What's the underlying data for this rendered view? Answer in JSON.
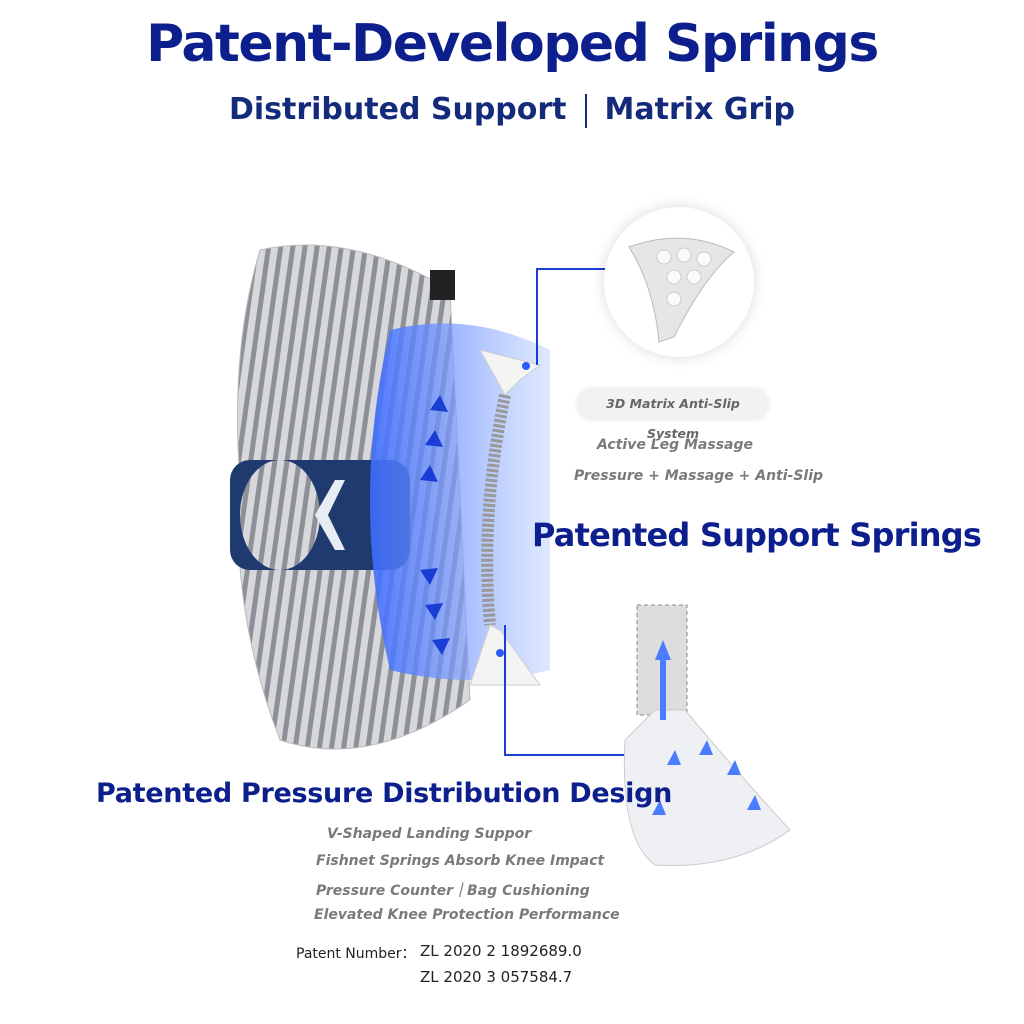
{
  "header": {
    "title": "Patent-Developed Springs",
    "subtitle_left": "Distributed Support",
    "subtitle_right": "Matrix Grip"
  },
  "top_features": {
    "badge": "3D Matrix Anti-Slip System",
    "line1": "Active Leg Massage",
    "line2": "Pressure + Massage + Anti-Slip"
  },
  "springs_heading": "Patented Support Springs",
  "pressure_section": {
    "heading": "Patented Pressure Distribution Design",
    "items": [
      "V-Shaped Landing Suppor",
      "Fishnet Springs Absorb Knee Impact",
      "Pressure Counter｜Bag Cushioning",
      "Elevated Knee Protection Performance"
    ]
  },
  "patent": {
    "label": "Patent Number：",
    "numbers": [
      "ZL 2020 2 1892689.0",
      "ZL 2020 3 057584.7"
    ]
  },
  "colors": {
    "brand_blue": "#0d1f8c",
    "accent_blue": "#2b5cff"
  }
}
